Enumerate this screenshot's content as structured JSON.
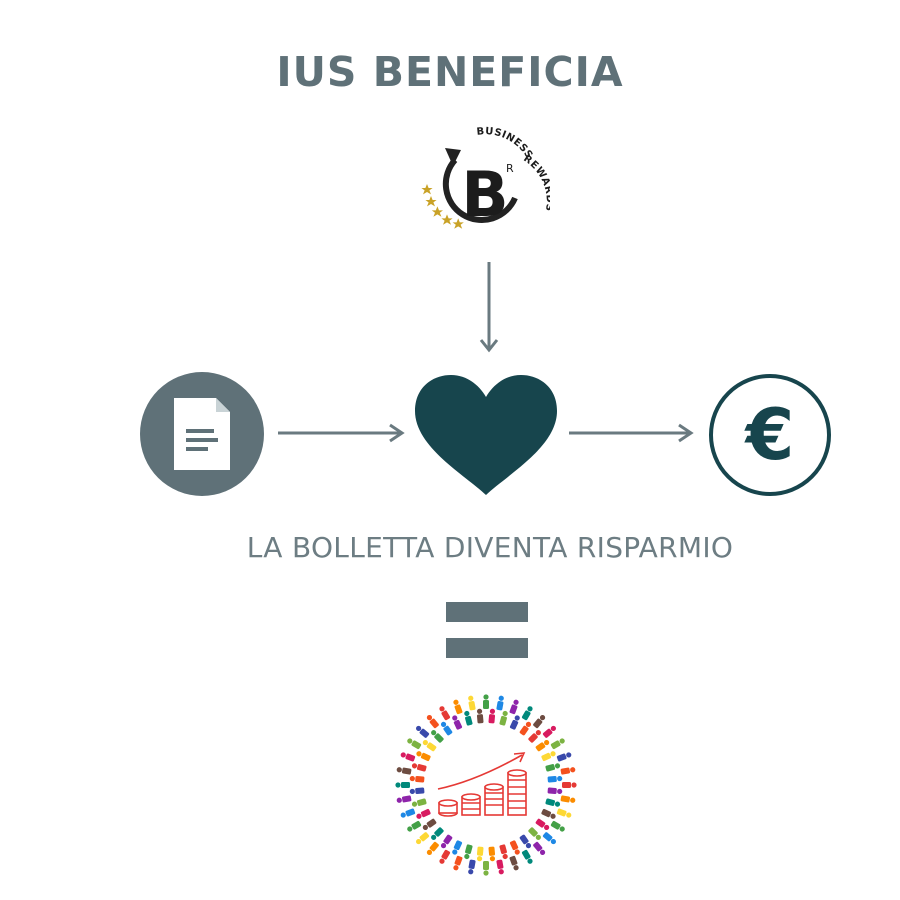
{
  "title": "IUS BENEFICIA",
  "subtitle": "LA BOLLETTA DIVENTA RISPARMIO",
  "logo": {
    "letter": "B",
    "superscript": "R",
    "arc_text_1": "BUSINESS",
    "arc_text_2": "REWARDS",
    "icon": "business-rewards-logo"
  },
  "icons": {
    "document": "document-icon",
    "heart": "heart-icon",
    "euro": "euro-icon",
    "euro_symbol": "€",
    "equals": "equals-icon",
    "community": "community-growth-icon"
  },
  "colors": {
    "title": "#5f7178",
    "document_circle": "#5f7178",
    "heart": "#17454d",
    "euro": "#17454d",
    "arrow": "#6a7a80",
    "equals": "#5f7178",
    "chart_red": "#e53935",
    "stars": "#c9a227"
  }
}
